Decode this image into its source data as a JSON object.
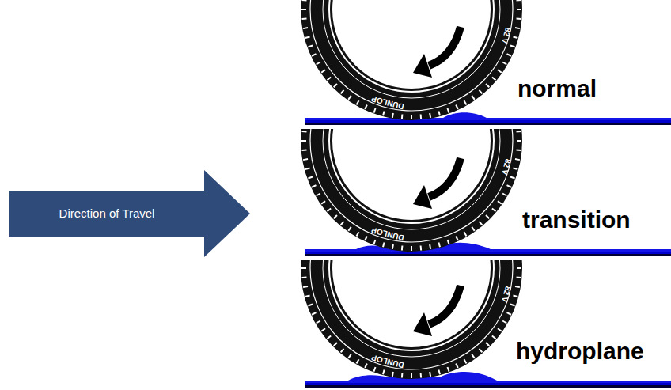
{
  "diagram": {
    "nodes": [
      {
        "text": [
          "Direction of Travel"
        ]
      }
    ],
    "labels": [
      "82 V",
      "DUNLOP",
      "normal",
      "82 V",
      "DUNLOP",
      "transition",
      "82 V",
      "DUNLOP",
      "hydroplane"
    ]
  }
}
